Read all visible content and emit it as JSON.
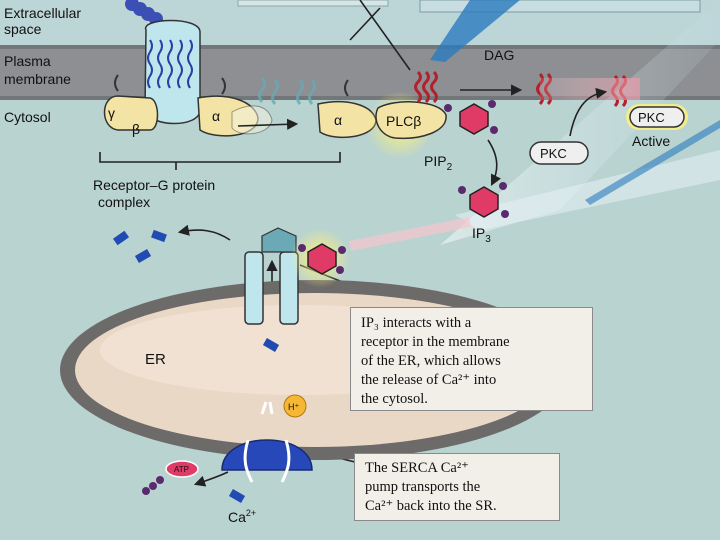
{
  "labels": {
    "extracellular_1": "Extracellular",
    "extracellular_2": "space",
    "plasma_1": "Plasma",
    "plasma_2": "membrane",
    "cytosol": "Cytosol",
    "gamma": "γ",
    "beta": "β",
    "alpha_1": "α",
    "alpha_2": "α",
    "plc": "PLCβ",
    "dag": "DAG",
    "pkc_active": "PKC",
    "active": "Active",
    "pkc_inactive": "PKC",
    "pip2_main": "PIP",
    "pip2_sub": "2",
    "ip3_main": "IP",
    "ip3_sub": "3",
    "complex_1": "Receptor–G protein",
    "complex_2": "complex",
    "er": "ER",
    "h_plus": "H⁺",
    "atp": "ATP",
    "ca_main": "Ca",
    "ca_sup": "2+"
  },
  "callouts": {
    "ip3": {
      "line1": "IP₃ interacts with a",
      "line2": "receptor in the membrane",
      "line3": "of the ER, which allows",
      "line4": "the release of Ca²⁺ into",
      "line5": "the cytosol."
    },
    "serca": {
      "line1": "The SERCA Ca²⁺",
      "line2": "pump transports the",
      "line3": "Ca²⁺ back into the SR."
    }
  },
  "colors": {
    "background": "#b9d3d0",
    "membrane": "#8d8f92",
    "receptor": "#bfe6ec",
    "g_protein": "#f3e3a4",
    "dag_red": "#b41f2b",
    "ip3_magenta": "#e03a66",
    "calcium_blue": "#1f4bb3",
    "serca_blue": "#2748b8",
    "er_fill": "#ead8c6",
    "er_border": "#6d6a6a",
    "glow_yellow": "#fff27a"
  }
}
